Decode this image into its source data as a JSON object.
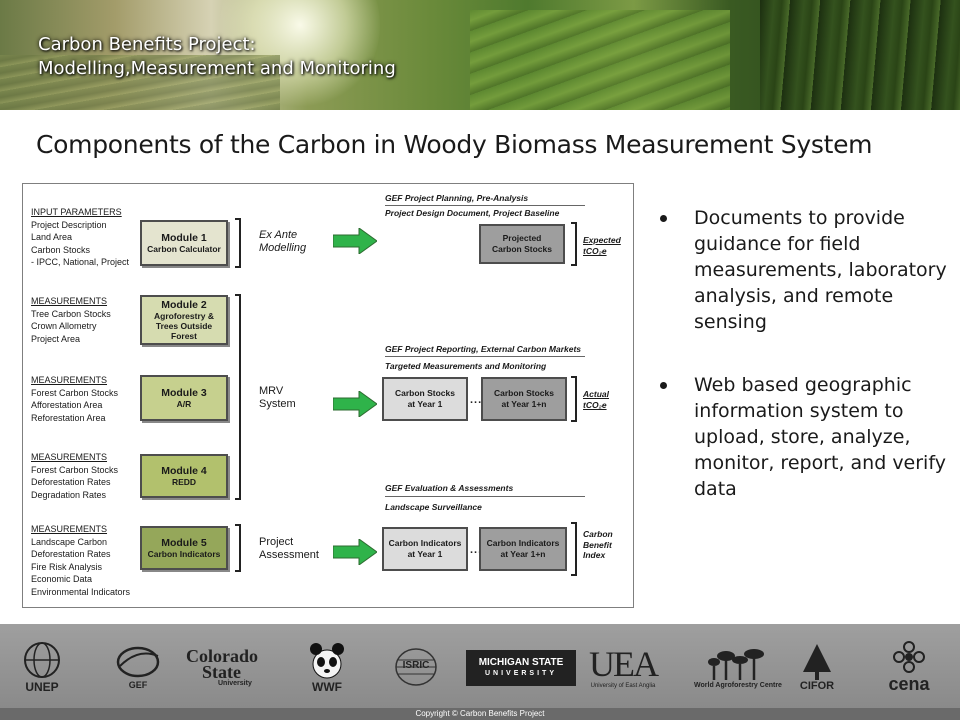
{
  "header": {
    "title_line1": "Carbon Benefits Project:",
    "title_line2": "Modelling,Measurement and Monitoring"
  },
  "slide": {
    "title": "Components of the Carbon in Woody Biomass Measurement System"
  },
  "diagram": {
    "param_groups": [
      {
        "heading": "INPUT PARAMETERS",
        "items": [
          "Project Description",
          "Land Area",
          "Carbon Stocks",
          " - IPCC, National, Project"
        ]
      },
      {
        "heading": "MEASUREMENTS",
        "items": [
          "Tree Carbon Stocks",
          "Crown Allometry",
          "Project Area"
        ]
      },
      {
        "heading": "MEASUREMENTS",
        "items": [
          "Forest Carbon Stocks",
          "Afforestation Area",
          "Reforestation Area"
        ]
      },
      {
        "heading": "MEASUREMENTS",
        "items": [
          "Forest Carbon Stocks",
          "Deforestation Rates",
          "Degradation Rates"
        ]
      },
      {
        "heading": "MEASUREMENTS",
        "items": [
          "Landscape Carbon",
          "Deforestation Rates",
          "Fire Risk Analysis",
          "Economic Data",
          "Environmental Indicators"
        ]
      }
    ],
    "modules": [
      {
        "title": "Module 1",
        "subtitle": "Carbon Calculator",
        "color": "#e4e4cf"
      },
      {
        "title": "Module 2",
        "subtitle": "Agroforestry & Trees Outside Forest",
        "color": "#d6dcb0"
      },
      {
        "title": "Module 3",
        "subtitle": "A/R",
        "color": "#c6d08e"
      },
      {
        "title": "Module 4",
        "subtitle": "REDD",
        "color": "#b2c16d"
      },
      {
        "title": "Module 5",
        "subtitle": "Carbon Indicators",
        "color": "#95a75a"
      }
    ],
    "phases": {
      "ex_ante_line1": "Ex Ante",
      "ex_ante_line2": "Modelling",
      "mrv_line1": "MRV",
      "mrv_line2": "System",
      "assess_line1": "Project",
      "assess_line2": "Assessment"
    },
    "sections": {
      "planning_title": "GEF Project Planning, Pre-Analysis",
      "planning_subtitle": "Project Design Document, Project Baseline",
      "reporting_title": "GEF Project Reporting, External Carbon Markets",
      "reporting_subtitle": "Targeted Measurements and Monitoring",
      "evaluation_title": "GEF Evaluation & Assessments",
      "evaluation_subtitle": "Landscape Surveillance"
    },
    "boxes": {
      "projected_line1": "Projected",
      "projected_line2": "Carbon Stocks",
      "stocks_y1_line1": "Carbon Stocks",
      "stocks_y1_line2": "at Year 1",
      "stocks_yn_line1": "Carbon Stocks",
      "stocks_yn_line2": "at Year 1+n",
      "ind_y1_line1": "Carbon Indicators",
      "ind_y1_line2": "at Year 1",
      "ind_yn_line1": "Carbon Indicators",
      "ind_yn_line2": "at Year 1+n",
      "dots": "....",
      "dots2": "...."
    },
    "outputs": {
      "expected_line1": "Expected",
      "expected_line2": "tCO₂e",
      "actual_line1": "Actual",
      "actual_line2": "tCO₂e",
      "cbi_line1": "Carbon",
      "cbi_line2": "Benefit",
      "cbi_line3": "Index"
    },
    "arrow_color": "#2fb34a"
  },
  "bullets": [
    "Documents to provide guidance for field measurements, laboratory analysis, and remote sensing",
    "Web based geographic information system to upload, store, analyze, monitor, report, and verify data"
  ],
  "logos": {
    "unep": "UNEP",
    "gef": "GEF",
    "csu_line1": "Colorado",
    "csu_line2": "State",
    "csu_line3": "University",
    "wwf": "WWF",
    "isric": "ISRIC",
    "msu_line1": "MICHIGAN STATE",
    "msu_line2": "UNIVERSITY",
    "uea": "UEA",
    "uea_sub": "University of East Anglia",
    "icraf": "World Agroforestry Centre",
    "cifor": "CIFOR",
    "cena": "cena"
  },
  "footer": {
    "copyright": "Copyright © Carbon Benefits Project"
  }
}
